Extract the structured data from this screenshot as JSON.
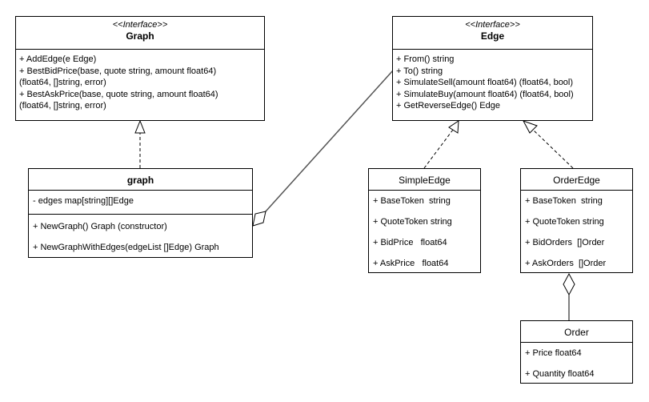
{
  "graph_interface": {
    "stereotype": "<<Interface>>",
    "name": "Graph",
    "methods": [
      "+ AddEdge(e Edge)",
      "+ BestBidPrice(base, quote string, amount float64)",
      "(float64, []string, error)",
      "+ BestAskPrice(base, quote string, amount float64)",
      "(float64, []string, error)"
    ]
  },
  "edge_interface": {
    "stereotype": "<<Interface>>",
    "name": "Edge",
    "methods": [
      "+ From() string",
      "+ To() string",
      "+ SimulateSell(amount float64) (float64, bool)",
      "+ SimulateBuy(amount float64) (float64, bool)",
      "+ GetReverseEdge() Edge"
    ]
  },
  "graph_class": {
    "name": "graph",
    "fields": [
      "- edges map[string][]Edge"
    ],
    "methods": [
      "+ NewGraph() Graph (constructor)",
      "+ NewGraphWithEdges(edgeList []Edge) Graph"
    ]
  },
  "simple_edge": {
    "name": "SimpleEdge",
    "fields": [
      "+ BaseToken  string",
      "+ QuoteToken string",
      "+ BidPrice   float64",
      "+ AskPrice   float64"
    ]
  },
  "order_edge": {
    "name": "OrderEdge",
    "fields": [
      "+ BaseToken  string",
      "+ QuoteToken string",
      "+ BidOrders  []Order",
      "+ AskOrders  []Order"
    ]
  },
  "order": {
    "name": "Order",
    "fields": [
      "+ Price float64",
      "+ Quantity float64"
    ]
  },
  "relations": [
    {
      "type": "realization",
      "from": "graph",
      "to": "Graph"
    },
    {
      "type": "aggregation",
      "from": "graph",
      "to": "Edge"
    },
    {
      "type": "realization",
      "from": "SimpleEdge",
      "to": "Edge"
    },
    {
      "type": "realization",
      "from": "OrderEdge",
      "to": "Edge"
    },
    {
      "type": "aggregation",
      "from": "OrderEdge",
      "to": "Order"
    }
  ]
}
